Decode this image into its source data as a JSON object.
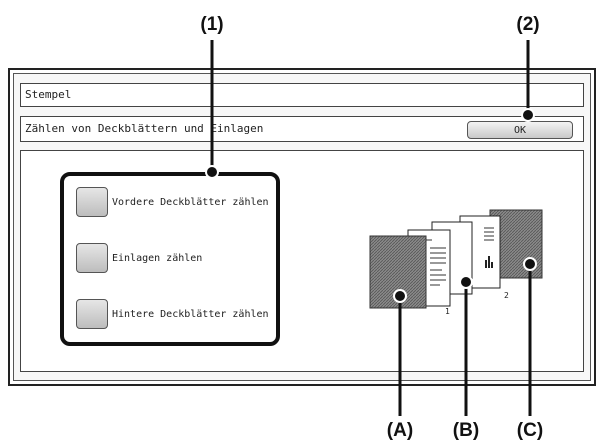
{
  "callouts": {
    "c1": "(1)",
    "c2": "(2)",
    "a": "(A)",
    "b": "(B)",
    "c": "(C)"
  },
  "screen": {
    "title": "Stempel",
    "subtitle": "Zählen von Deckblättern und Einlagen",
    "ok_label": "OK",
    "options": [
      {
        "label": "Vordere Deckblätter zählen"
      },
      {
        "label": "Einlagen zählen"
      },
      {
        "label": "Hintere Deckblätter zählen"
      }
    ]
  },
  "illustration": {
    "page_number_1": "1",
    "page_number_2": "2"
  },
  "colors": {
    "cover_sheet": "#6e6e6e",
    "frame": "#222222"
  }
}
